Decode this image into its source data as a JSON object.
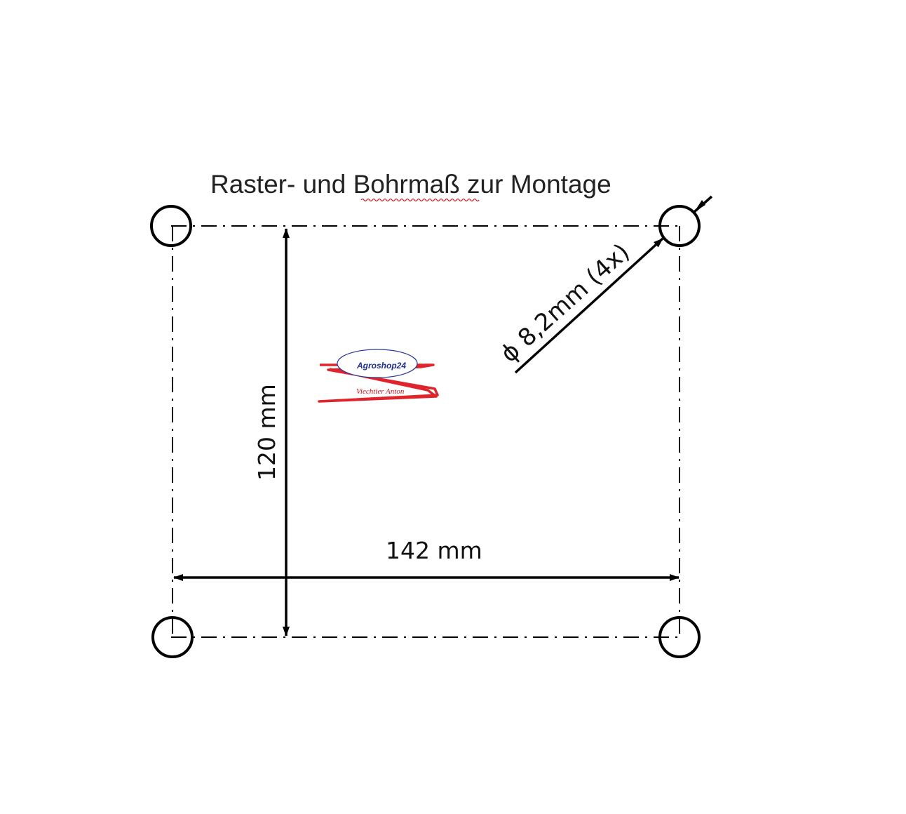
{
  "diagram": {
    "title": "Raster- und Bohrmaß zur Montage",
    "height_label": "120 mm",
    "width_label": "142 mm",
    "hole_label": "ϕ 8,2mm (4x)",
    "hole_count": 4
  },
  "logo": {
    "brand": "Agroshop24",
    "tagline": "Viechtier Anton",
    "colors": {
      "swoosh": "#e0242c",
      "ellipse_stroke": "#2a3a9a",
      "brand_text": "#1e2f8f"
    }
  },
  "colors": {
    "background": "#ffffff",
    "lines": "#000000",
    "spellcheck_underline": "#d02020"
  }
}
